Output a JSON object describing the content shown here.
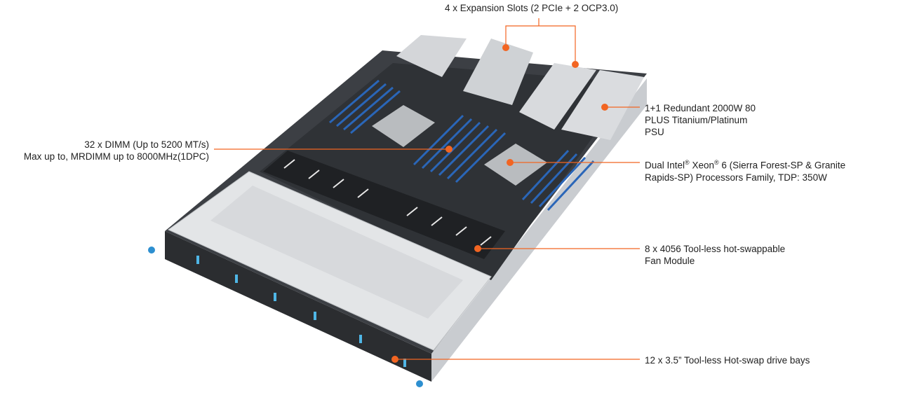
{
  "callouts": {
    "expansion": "4 x Expansion Slots (2 PCIe + 2 OCP3.0)",
    "psu": [
      "1+1 Redundant 2000W 80",
      "PLUS Titanium/Platinum",
      "PSU"
    ],
    "dimm": [
      "32 x DIMM (Up to 5200 MT/s)",
      "Max up to, MRDIMM up to 8000MHz(1DPC)"
    ],
    "cpu": {
      "a": "Dual Intel",
      "b": " Xeon",
      "c": " 6 (Sierra Forest-SP & Granite",
      "reg": "®",
      "line2": "Rapids-SP) Processors Family, TDP: 350W"
    },
    "fan": [
      "8 x 4056 Tool-less hot-swappable",
      "Fan Module"
    ],
    "drive": "12 x 3.5” Tool-less Hot-swap drive bays"
  },
  "colors": {
    "accent": "#f26522",
    "dimm": "#2a66b8",
    "chassis": "#d9dcdf"
  }
}
